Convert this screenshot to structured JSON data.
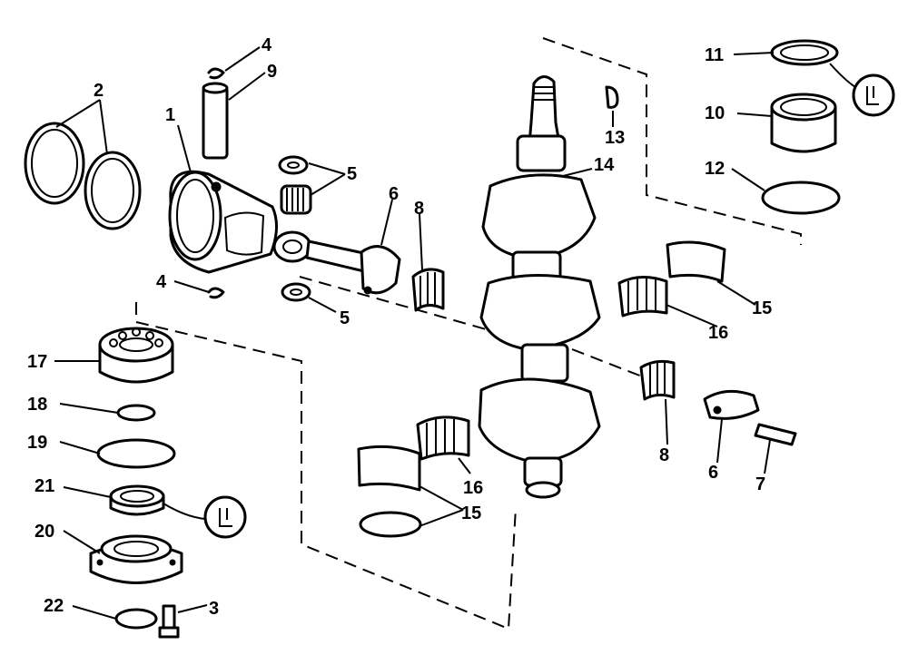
{
  "callouts": {
    "c1": "1",
    "c2": "2",
    "c3": "3",
    "c4a": "4",
    "c4b": "4",
    "c5a": "5",
    "c5b": "5",
    "c6a": "6",
    "c6b": "6",
    "c7": "7",
    "c8a": "8",
    "c8b": "8",
    "c9": "9",
    "c10": "10",
    "c11": "11",
    "c12": "12",
    "c13": "13",
    "c14": "14",
    "c15a": "15",
    "c15b": "15",
    "c16a": "16",
    "c16b": "16",
    "c17": "17",
    "c18": "18",
    "c19": "19",
    "c20": "20",
    "c21": "21",
    "c22": "22"
  }
}
